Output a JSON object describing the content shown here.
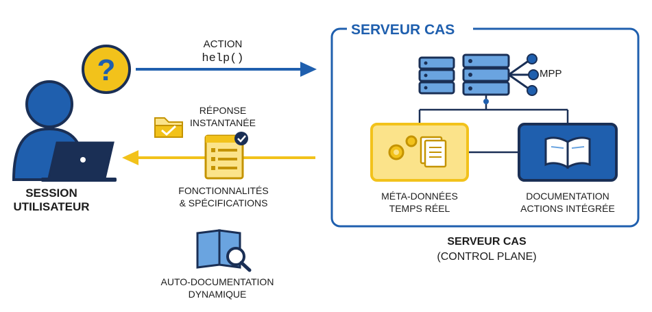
{
  "colors": {
    "blue": "#1f5fae",
    "navy": "#1a2f55",
    "yellow": "#f2c21b",
    "yellow_fill": "#fbe38a",
    "light_blue": "#6aa4e0"
  },
  "user": {
    "label_line1": "SESSION",
    "label_line2": "UTILISATEUR",
    "icon": "user-laptop-icon",
    "help_icon": "question-mark-icon"
  },
  "action": {
    "title": "ACTION",
    "code": "help()"
  },
  "response": {
    "line1": "RÉPONSE",
    "line2": "INSTANTANÉE",
    "icon": "folder-check-icon"
  },
  "features": {
    "line1": "FONCTIONNALITÉS",
    "line2": "& SPÉCIFICATIONS",
    "icon": "checklist-icon"
  },
  "autodoc": {
    "line1": "AUTO-DOCUMENTATION",
    "line2": "DYNAMIQUE",
    "icon": "book-magnifier-icon"
  },
  "server": {
    "box_title": "SERVEUR CAS",
    "mpp_label": "MPP",
    "metadata_line1": "MÉTA-DONNÉES",
    "metadata_line2": "TEMPS RÉEL",
    "doc_line1": "DOCUMENTATION",
    "doc_line2": "ACTIONS INTÉGRÉE",
    "caption_line1": "SERVEUR CAS",
    "caption_line2": "(CONTROL PLANE)"
  }
}
